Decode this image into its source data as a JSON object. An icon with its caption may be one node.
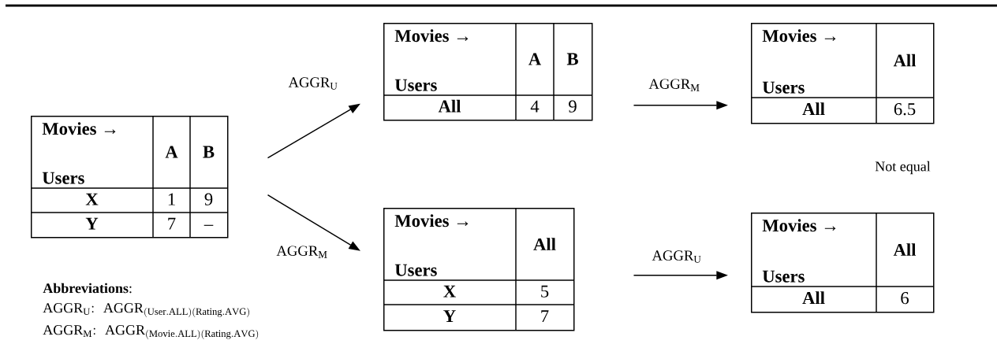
{
  "diagram": {
    "nodes": [
      {
        "text": [
          "Movies →",
          "Users",
          "A",
          "B",
          "X",
          "1",
          "9",
          "Y",
          "7",
          "–"
        ]
      },
      {
        "text": [
          "Movies →",
          "Users",
          "A",
          "B",
          "All",
          "4",
          "9"
        ]
      },
      {
        "text": [
          "Movies →",
          "Users",
          "All",
          "All",
          "6.5"
        ]
      },
      {
        "text": [
          "Movies →",
          "Users",
          "All",
          "X",
          "5",
          "Y",
          "7"
        ]
      },
      {
        "text": [
          "Movies →",
          "Users",
          "All",
          "All",
          "6"
        ]
      }
    ],
    "edges": [
      {
        "from": 0,
        "to": 1,
        "arrow": "to",
        "label": "AGGR$_{U}$"
      },
      {
        "from": 0,
        "to": 3,
        "arrow": "to",
        "label": "AGGR$_{M}$"
      },
      {
        "from": 1,
        "to": 2,
        "arrow": "to",
        "label": "AGGR$_{M}$"
      },
      {
        "from": 3,
        "to": 4,
        "arrow": "to",
        "label": "AGGR$_{U}$"
      }
    ],
    "labels": [
      "Not equal",
      "**Abbreviations**:",
      "\\mathrm{AGGR_{U}{:}\\;\\;AGGR_{(User.ALL)(Rating.AVG)}}",
      "\\mathrm{AGGR_{M}{:}\\;\\;AGGR_{(Movie.ALL)(Rating.AVG)}}"
    ]
  }
}
